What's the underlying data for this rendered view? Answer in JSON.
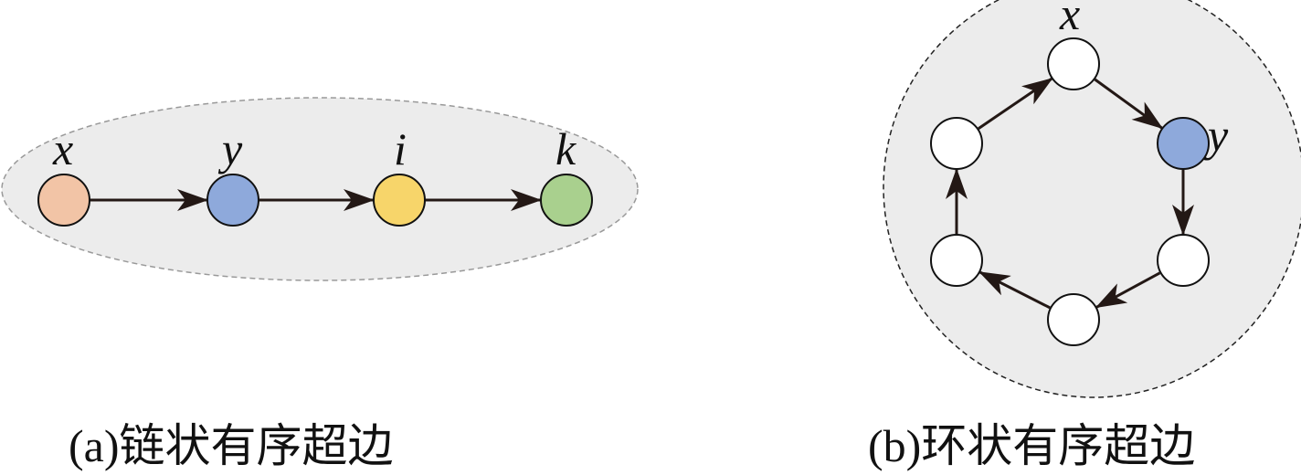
{
  "panel_a": {
    "caption": "(a)链状有序超边",
    "nodes": [
      {
        "label": "x",
        "color": "#f2c4a6"
      },
      {
        "label": "y",
        "color": "#8ea9db"
      },
      {
        "label": "i",
        "color": "#f7d56a"
      },
      {
        "label": "k",
        "color": "#a9d08e"
      }
    ]
  },
  "panel_b": {
    "caption": "(b)环状有序超边",
    "label_x": "x",
    "label_y": "y",
    "highlight_color": "#8ea9db"
  }
}
